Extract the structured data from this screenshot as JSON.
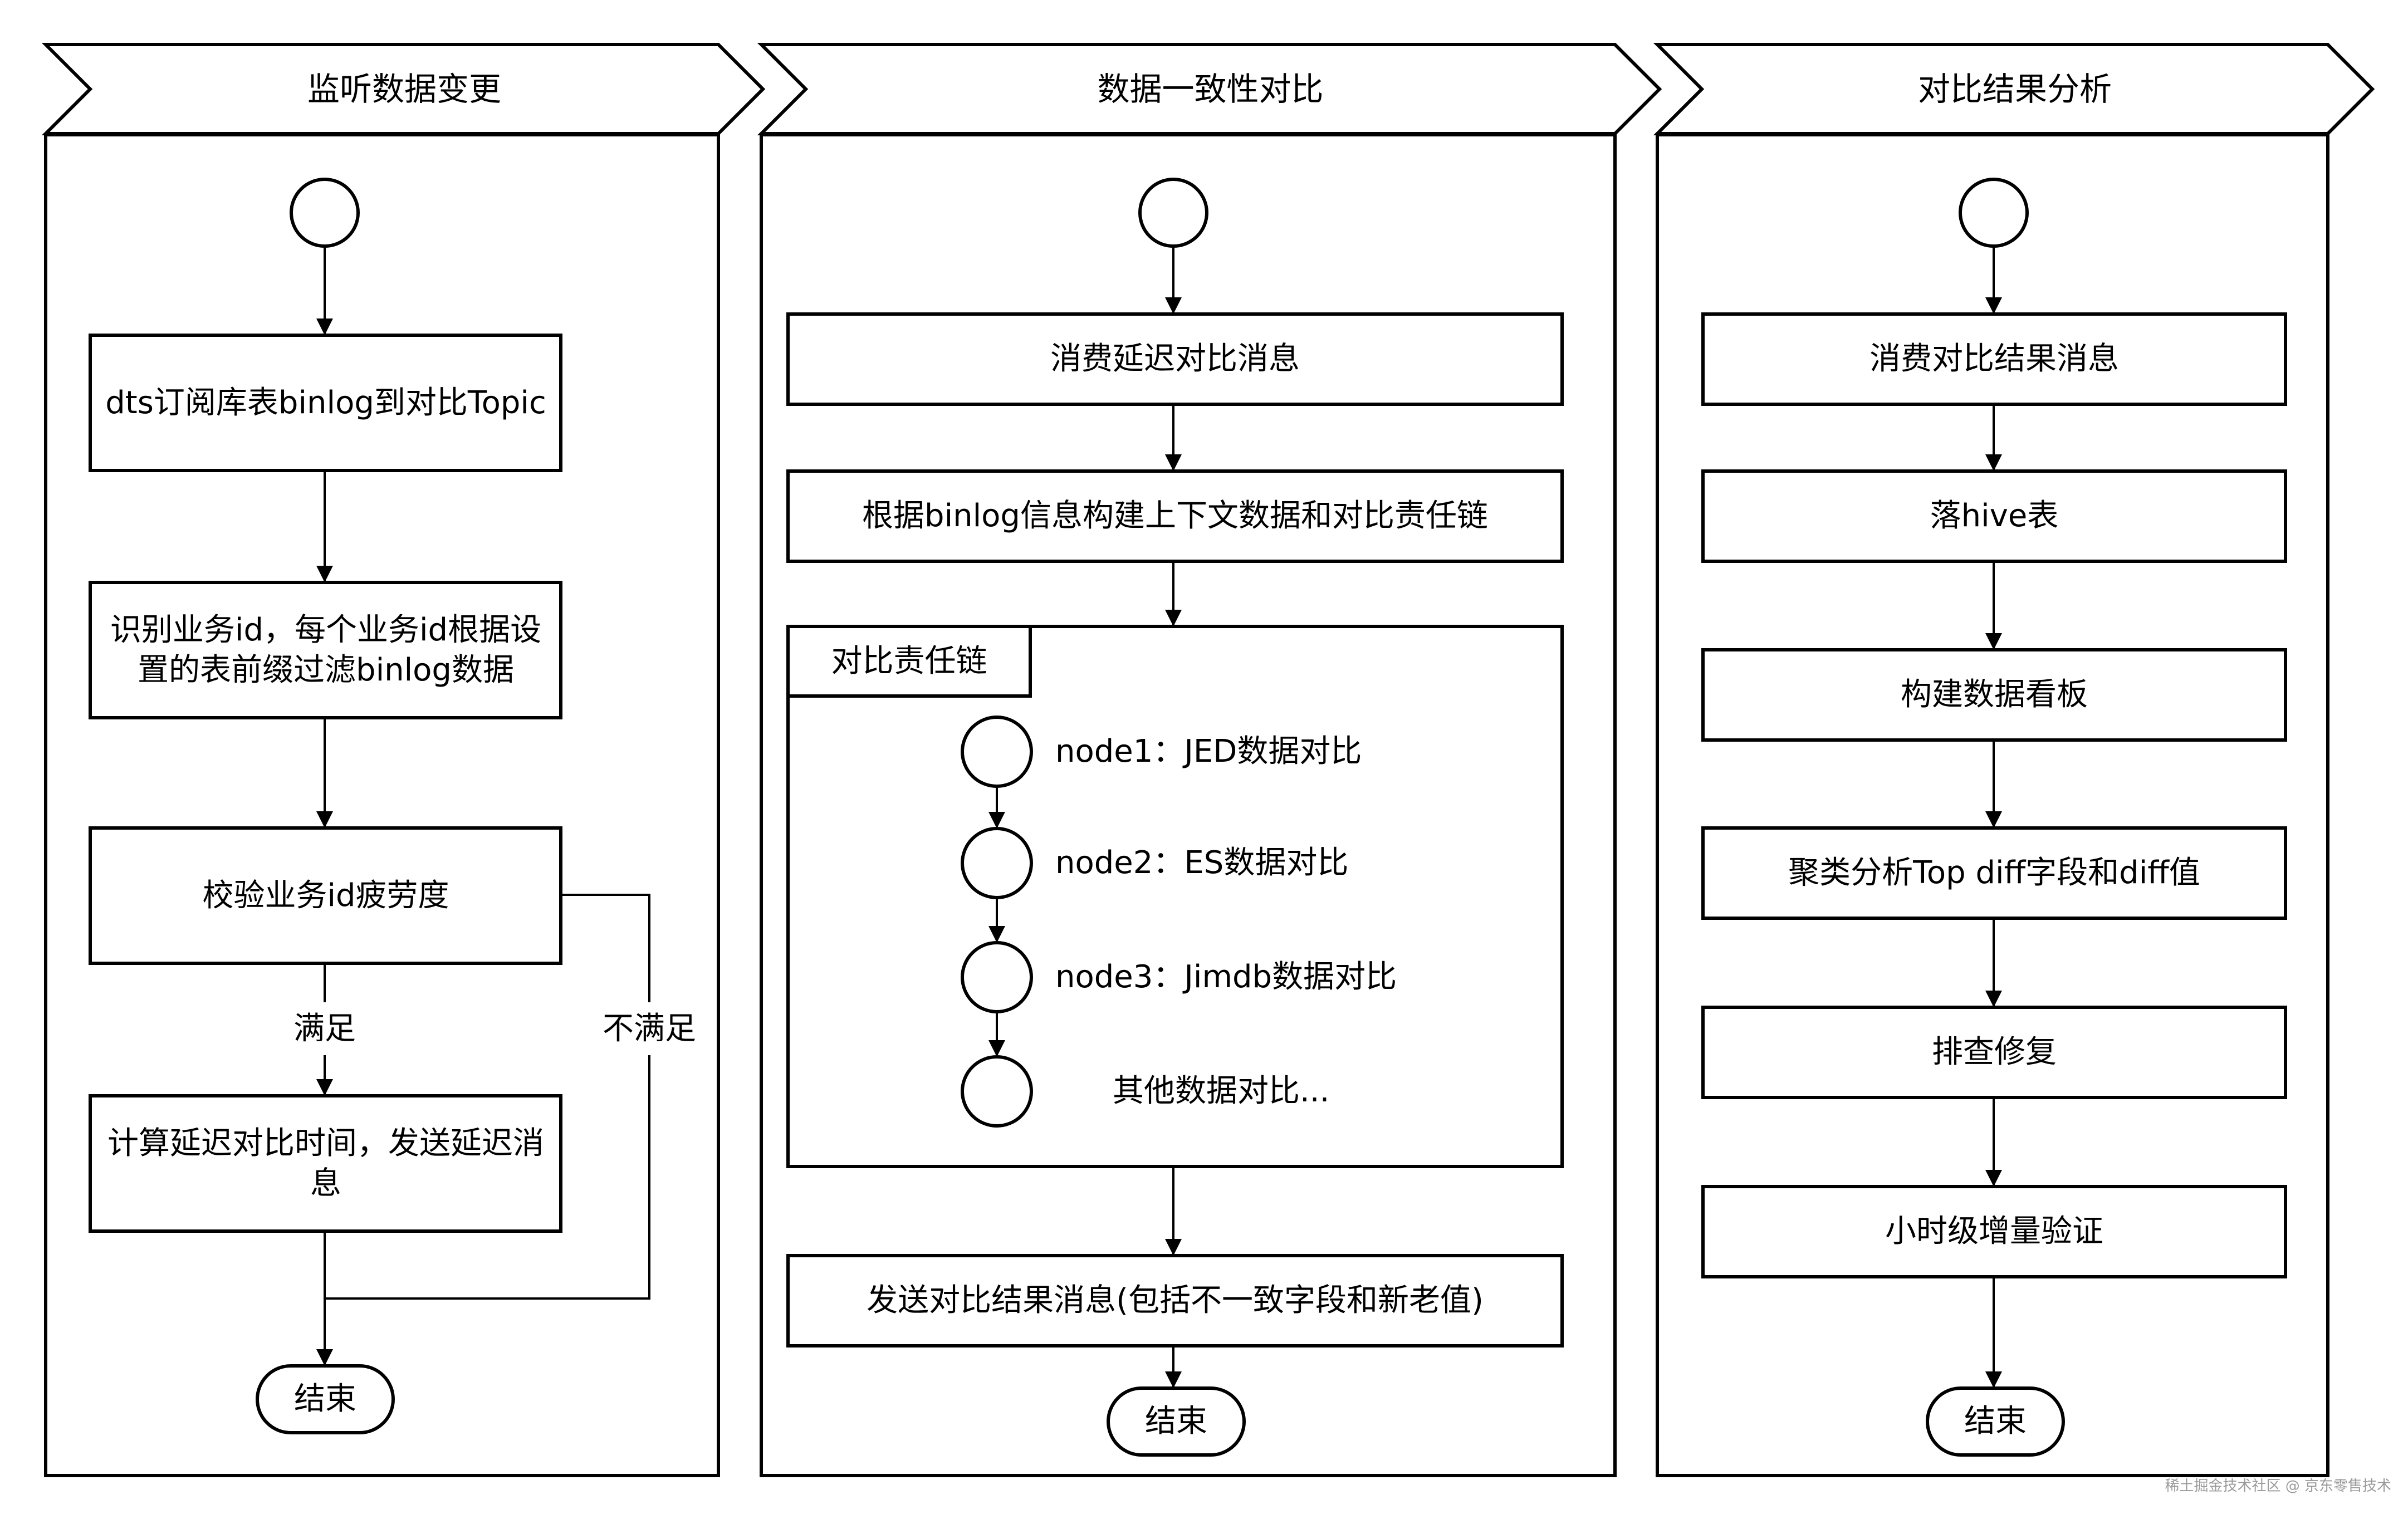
{
  "lanes": [
    {
      "title": "监听数据变更"
    },
    {
      "title": "数据一致性对比"
    },
    {
      "title": "对比结果分析"
    }
  ],
  "lane1": {
    "step1": "dts订阅库表binlog到对比Topic",
    "step2": "识别业务id，每个业务id根据设置的表前缀过滤binlog数据",
    "step3": "校验业务id疲劳度",
    "step4": "计算延迟对比时间，发送延迟消息",
    "branch_yes": "满足",
    "branch_no": "不满足",
    "end": "结束"
  },
  "lane2": {
    "step1": "消费延迟对比消息",
    "step2": "根据binlog信息构建上下文数据和对比责任链",
    "chain_title": "对比责任链",
    "nodes": [
      "node1：JED数据对比",
      "node2：ES数据对比",
      "node3：Jimdb数据对比",
      "其他数据对比..."
    ],
    "step3": "发送对比结果消息(包括不一致字段和新老值)",
    "end": "结束"
  },
  "lane3": {
    "steps": [
      "消费对比结果消息",
      "落hive表",
      "构建数据看板",
      "聚类分析Top diff字段和diff值",
      "排查修复",
      "小时级增量验证"
    ],
    "end": "结束"
  },
  "watermark": "稀土掘金技术社区 @ 京东零售技术"
}
